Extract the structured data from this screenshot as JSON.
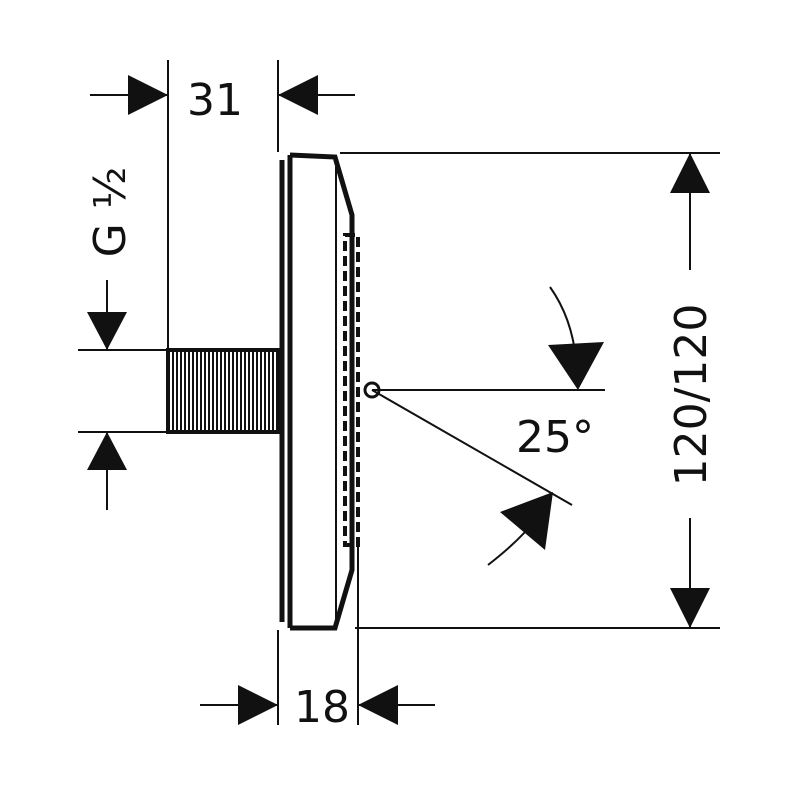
{
  "drawing": {
    "dim_depth_total": "31",
    "dim_thread": "G ½",
    "dim_size": "120/120",
    "dim_depth_head": "18",
    "dim_angle": "25°",
    "line_color": "#111111"
  }
}
